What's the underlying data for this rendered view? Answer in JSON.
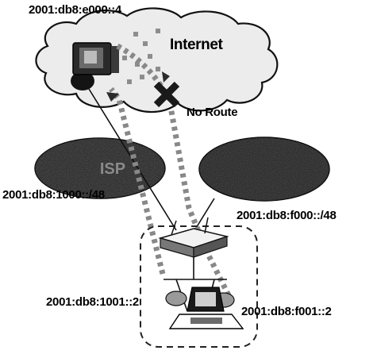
{
  "labels": {
    "server_address": "2001:db8:e000::4",
    "internet": "Internet",
    "no_route": "No Route",
    "isp_left": "ISP",
    "isp_left_prefix": "2001:db8:1000::/48",
    "isp_right_prefix": "2001:db8:f000::/48",
    "host_address_left": "2001:db8:1001::2",
    "host_address_right": "2001:db8:f001::2"
  },
  "colors": {
    "path_dots": "#888888",
    "no_route_x": "#1a1a1a",
    "cloud_fill": "#ececec",
    "isp_fill": "#1f1f1f"
  }
}
